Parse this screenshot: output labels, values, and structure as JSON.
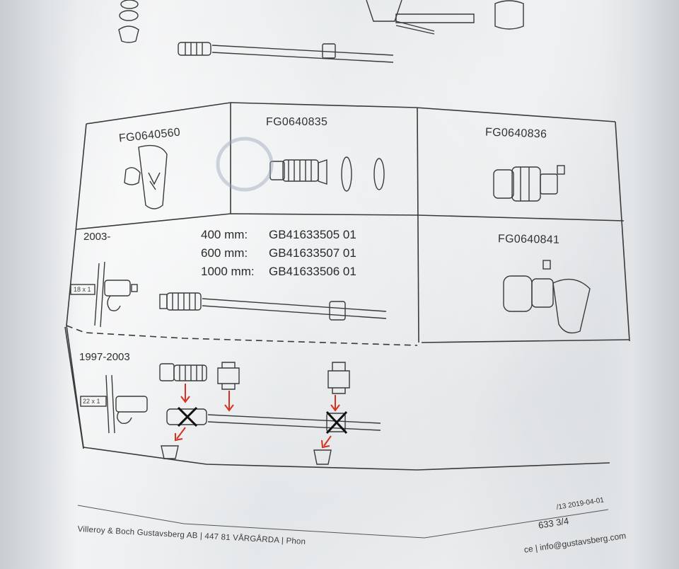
{
  "parts": {
    "handle_small": "FG0640560",
    "spindle_set": "FG0640835",
    "cartridge": "FG0640836",
    "cartridge_handle": "FG0640841"
  },
  "years": {
    "new": "2003-",
    "old": "1997-2003"
  },
  "rods": [
    {
      "length": "400 mm:",
      "code": "GB41633505 01"
    },
    {
      "length": "600 mm:",
      "code": "GB41633507 01"
    },
    {
      "length": "1000 mm:",
      "code": "GB41633506 01"
    }
  ],
  "thread_sizes": {
    "new": "18 x 1",
    "old": "22 x 1"
  },
  "footer": {
    "company": "Villeroy & Boch Gustavsberg AB | 447 81 VÅRGÅRDA | Phon",
    "web": "ce | info@gustavsberg.com",
    "doc_number": "633 3/4",
    "doc_version": "/13 2019-04-01"
  },
  "colors": {
    "ink": "#333333",
    "arrow_red": "#d6301f",
    "bag": "#e9ebec"
  }
}
